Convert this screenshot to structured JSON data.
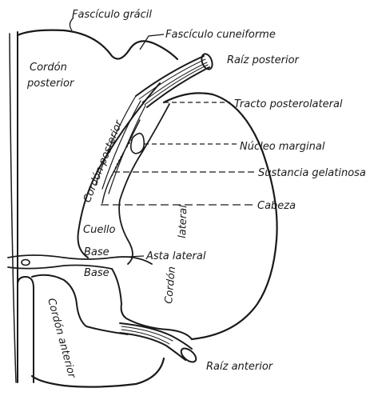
{
  "labels": {
    "fasciculo_gracil": "Fascículo grácil",
    "fasciculo_cuneiforme": "Fascículo cuneiforme",
    "cordon_posterior_1a": "Cordón",
    "cordon_posterior_1b": "posterior",
    "raiz_posterior": "Raíz posterior",
    "tracto_posterolateral": "Tracto posterolateral",
    "nucleo_marginal": "Núcleo marginal",
    "cordon_posterior_2": "Cordón posterior",
    "sustancia_gelatinosa": "Sustancia gelatinosa",
    "lateral": "lateral",
    "cabeza": "Cabeza",
    "cuello": "Cuello",
    "base_1": "Base",
    "asta_lateral": "Asta lateral",
    "base_2": "Base",
    "cordon_2": "Cordón",
    "cordon_anterior": "Cordón anterior",
    "raiz_anterior": "Raíz anterior"
  }
}
